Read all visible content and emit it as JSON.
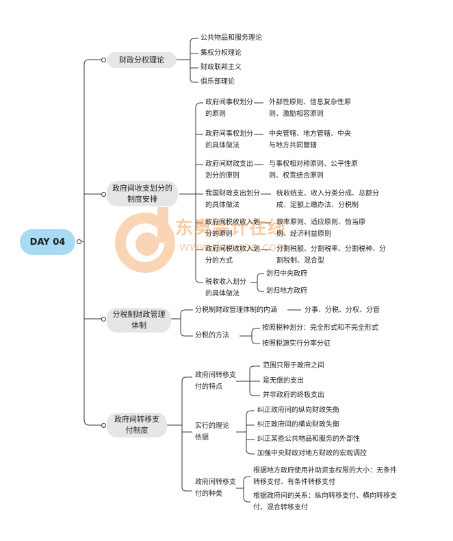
{
  "root": "DAY 04",
  "watermark": {
    "name": "东奥会计在线",
    "url": "www.dongao.com"
  },
  "b1": {
    "label": "财政分权理论",
    "items": [
      "公共物品和服务理论",
      "集权分权理论",
      "财政联邦主义",
      "俱乐部理论"
    ]
  },
  "b2": {
    "label": "政府间收支划分的制度安排",
    "subs": [
      {
        "label": "政府间事权划分的原则",
        "detail": "外部性原则、信息复杂性原则、激励相容原则"
      },
      {
        "label": "政府间事权划分的具体做法",
        "detail": "中央管辖、地方管辖、中央与地方共同管辖"
      },
      {
        "label": "政府间财政支出划分的原则",
        "detail": "与事权相对称原则、公平性原则、权责结合原则"
      },
      {
        "label": "我国财政支出划分的具体做法",
        "detail": "统收统支、收入分类分成、总额分成、定额上缴办法、分税制"
      },
      {
        "label": "政府间税收收入划分的原则",
        "detail": "效率原则、适应原则、恰当原则、经济利益原则"
      },
      {
        "label": "政府间税收收入划分的方式",
        "detail": "分割税额、分割税率、分割税种、分割税制、混合型"
      },
      {
        "label": "税收收入划分的具体做法",
        "details": [
          "划归中央政府",
          "划归地方政府"
        ]
      }
    ]
  },
  "b3": {
    "label": "分税制财政管理体制",
    "subs": [
      {
        "label": "分税制财政管理体制的内涵",
        "detail": "分事、分税、分权、分管"
      },
      {
        "label": "分税的方法",
        "details": [
          "按照税种划分：完全形式和不完全形式",
          "按照税源实行分率分征"
        ]
      }
    ]
  },
  "b4": {
    "label": "政府间转移支付制度",
    "subs": [
      {
        "label": "政府间转移支付的特点",
        "details": [
          "范围只限于政府之间",
          "是无偿的支出",
          "并非政府的终极支出"
        ]
      },
      {
        "label": "实行的理论依据",
        "details": [
          "纠正政府间的纵向财政失衡",
          "纠正政府间的横向财政失衡",
          "纠正某些公共物品和服务的外部性",
          "加强中央财政对地方财政的宏观调控"
        ]
      },
      {
        "label": "政府间转移支付的种类",
        "details": [
          "根据地方政府使用补助资金权限的大小：无条件转移支付、有条件转移支付",
          "根据政府间的关系：纵向转移支付、横向转移支付、混合转移支付"
        ]
      }
    ]
  },
  "colors": {
    "root_fill": "#a8dbf3",
    "pill_fill": "#e6e6e6",
    "line": "#333333",
    "watermark": "#f1a25d"
  }
}
